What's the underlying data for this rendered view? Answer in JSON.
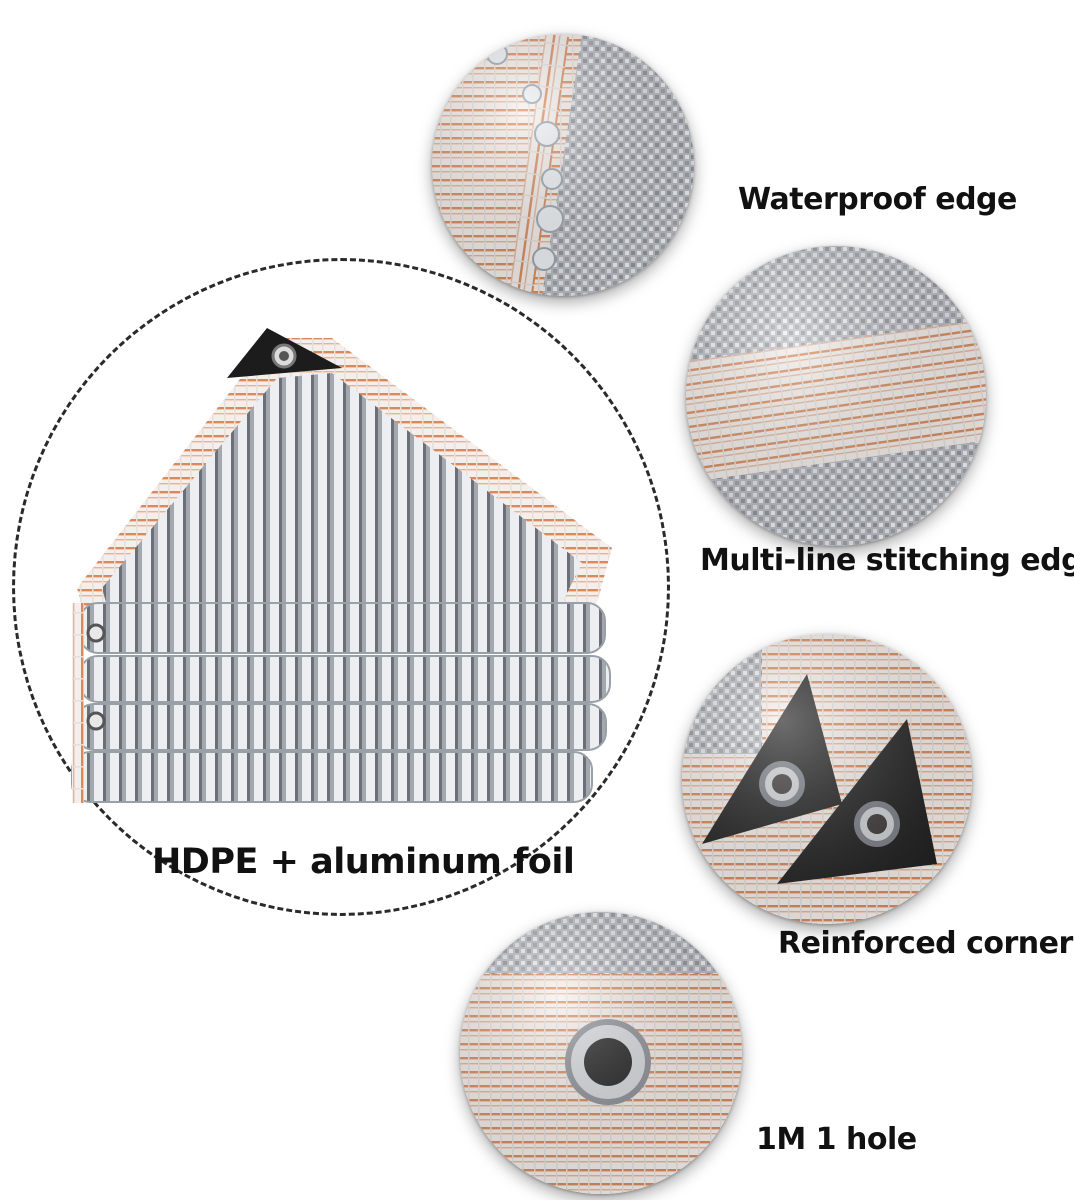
{
  "product_image": {
    "material_label": "HDPE + aluminum foil",
    "features": [
      {
        "label": "Waterproof edge",
        "icon": "water-droplets-closeup"
      },
      {
        "label": "Multi-line stitching edge",
        "icon": "stitched-edge-closeup"
      },
      {
        "label": "Reinforced corners",
        "icon": "corner-grommet-closeup"
      },
      {
        "label": "1M 1 hole",
        "icon": "grommet-hole-closeup"
      }
    ]
  },
  "colors": {
    "background": "#ffffff",
    "text": "#111111",
    "foil": "#c9cbcf",
    "edge_stripe": "#d88a5b",
    "corner_patch": "#1c1c1c"
  }
}
